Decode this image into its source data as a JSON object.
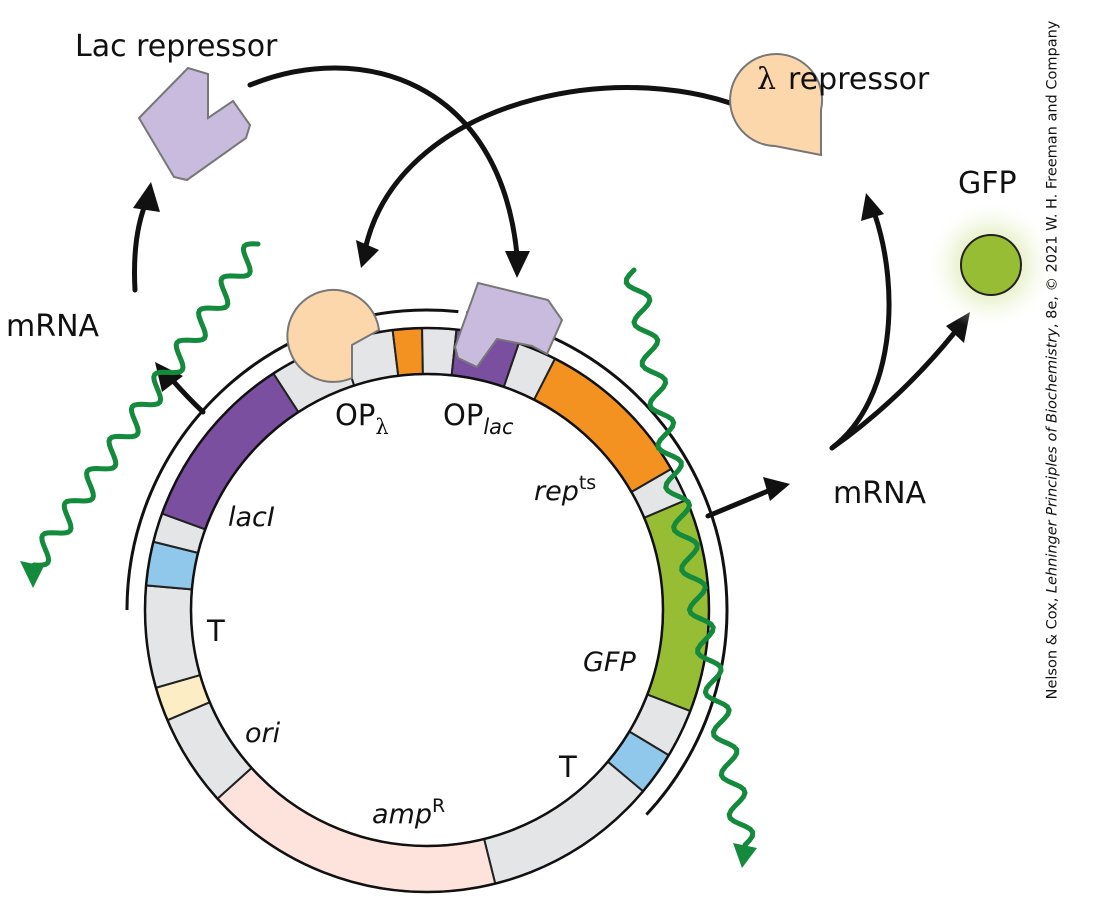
{
  "labels": {
    "lac_repressor": "Lac repressor",
    "lambda_symbol": "λ",
    "lambda_repressor": "repressor",
    "gfp_protein": "GFP",
    "mrna_left": "mRNA",
    "mrna_right": "mRNA",
    "op_lambda_main": "OP",
    "op_lambda_sub": "λ",
    "op_lac_main": "OP",
    "op_lac_sub": "lac",
    "lacI": "lacI",
    "rep_main": "rep",
    "rep_sup": "ts",
    "gfp_gene": "GFP",
    "t_left": "T",
    "t_right": "T",
    "ori": "ori",
    "amp_main": "amp",
    "amp_sup": "R"
  },
  "credit": {
    "prefix": "Nelson & Cox, ",
    "title": "Lehninger Principles of Biochemistry",
    "suffix": ", 8e, © 2021 W. H. Freeman and Company"
  },
  "colors": {
    "lacI": "#7b4f9f",
    "op_lambda": "#f39220",
    "op_lac": "#7b4f9f",
    "rep": "#f39220",
    "gfp": "#97bd35",
    "terminator": "#8fc8ea",
    "ori": "#fdedc4",
    "amp": "#fde3dc",
    "spacer": "#e4e5e7",
    "lac_repressor": "#c9bbdd",
    "lambda_repressor": "#fdd7ac",
    "mrna": "#148a3c"
  }
}
